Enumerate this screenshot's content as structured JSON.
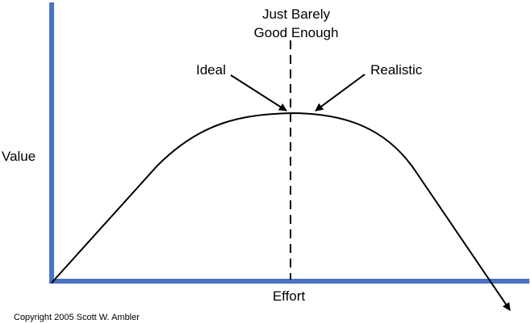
{
  "diagram": {
    "top_label_line1": "Just Barely",
    "top_label_line2": "Good Enough",
    "ideal_label": "Ideal",
    "realistic_label": "Realistic",
    "y_label": "Value",
    "x_label": "Effort",
    "copyright": "Copyright 2005 Scott W. Ambler"
  },
  "colors": {
    "axis": "#4a72c0",
    "curve": "#000000",
    "text": "#000000"
  }
}
